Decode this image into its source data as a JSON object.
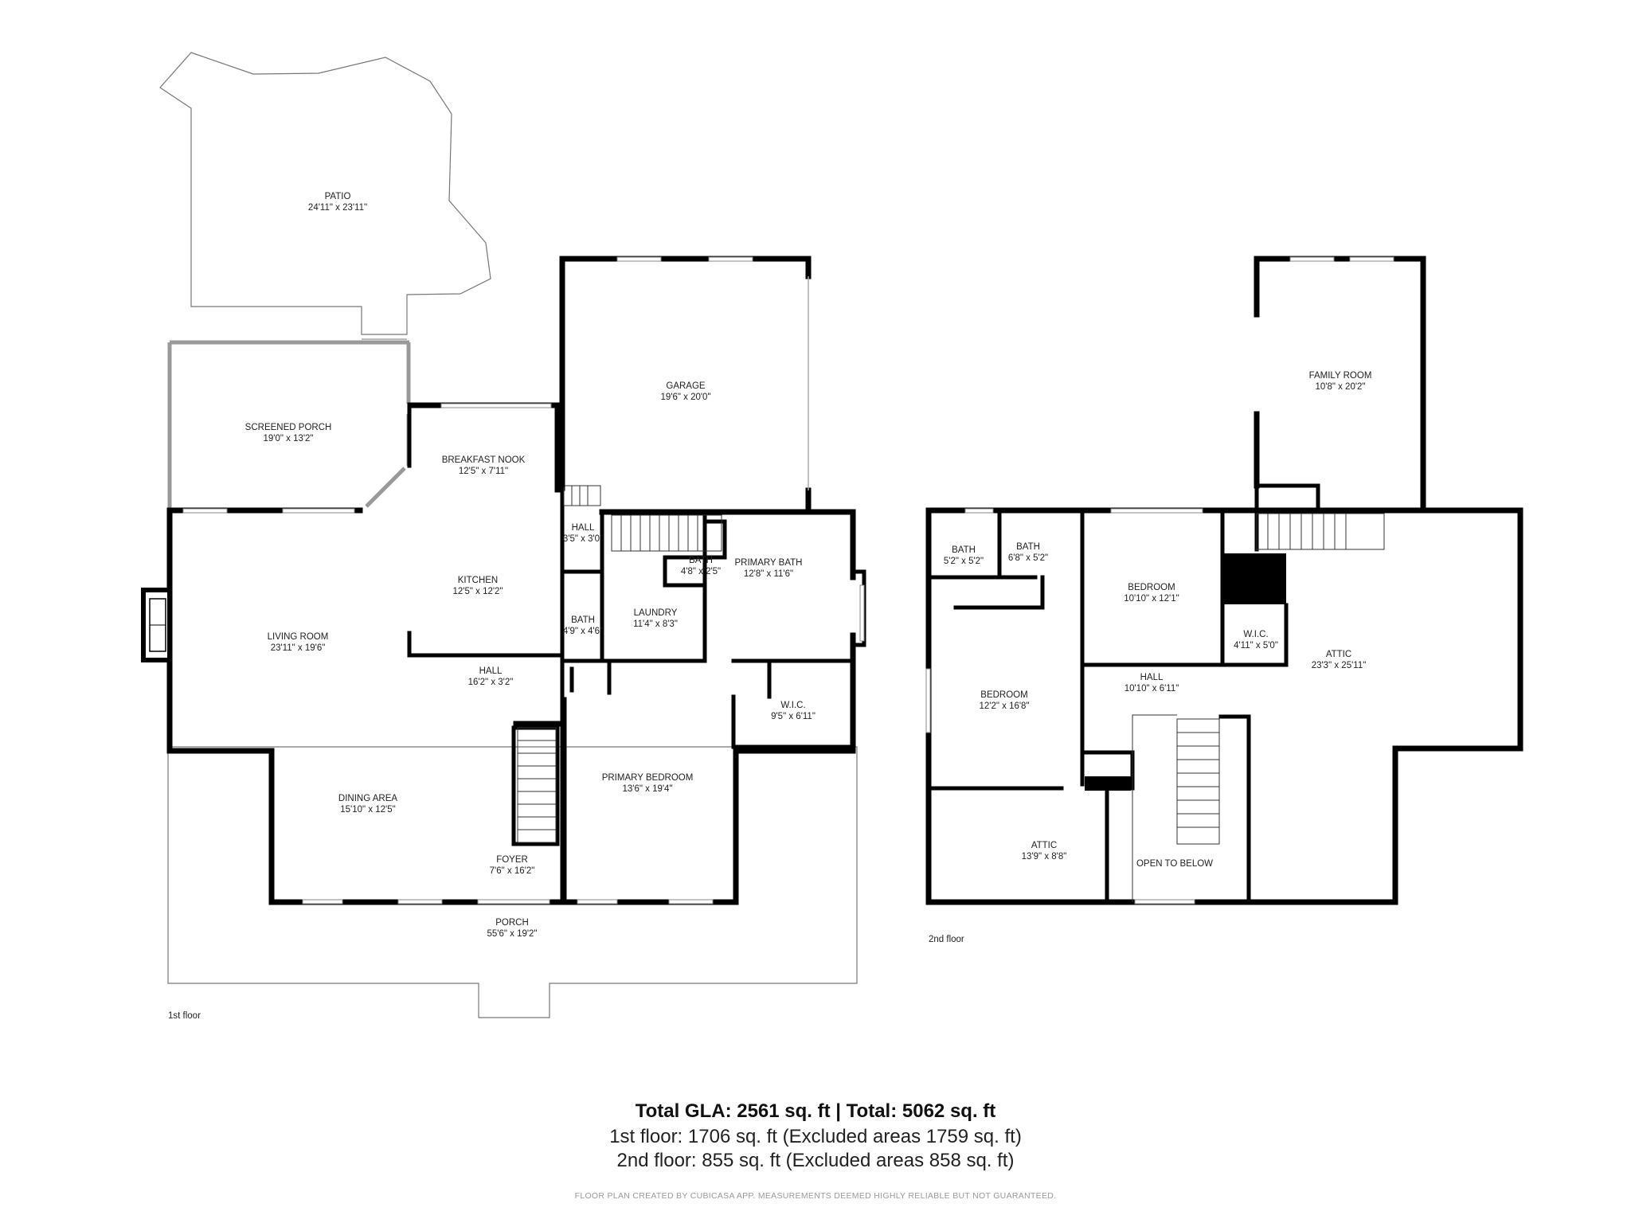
{
  "floors": {
    "first": {
      "label": "1st floor",
      "rooms": [
        {
          "key": "patio",
          "name": "PATIO",
          "dim": "24'11\" x 23'11\""
        },
        {
          "key": "screened_porch",
          "name": "SCREENED PORCH",
          "dim": "19'0\" x 13'2\""
        },
        {
          "key": "garage",
          "name": "GARAGE",
          "dim": "19'6\" x 20'0\""
        },
        {
          "key": "breakfast_nook",
          "name": "BREAKFAST NOOK",
          "dim": "12'5\" x 7'11\""
        },
        {
          "key": "hall_small",
          "name": "HALL",
          "dim": "3'5\" x 3'0\""
        },
        {
          "key": "bath_small",
          "name": "BATH",
          "dim": "4'8\" x 2'5\""
        },
        {
          "key": "primary_bath",
          "name": "PRIMARY BATH",
          "dim": "12'8\" x 11'6\""
        },
        {
          "key": "kitchen",
          "name": "KITCHEN",
          "dim": "12'5\" x 12'2\""
        },
        {
          "key": "bath",
          "name": "BATH",
          "dim": "4'9\" x 4'6\""
        },
        {
          "key": "laundry",
          "name": "LAUNDRY",
          "dim": "11'4\" x 8'3\""
        },
        {
          "key": "living_room",
          "name": "LIVING ROOM",
          "dim": "23'11\" x 19'6\""
        },
        {
          "key": "hall",
          "name": "HALL",
          "dim": "16'2\" x 3'2\""
        },
        {
          "key": "wic",
          "name": "W.I.C.",
          "dim": "9'5\" x 6'11\""
        },
        {
          "key": "primary_bedroom",
          "name": "PRIMARY BEDROOM",
          "dim": "13'6\" x 19'4\""
        },
        {
          "key": "dining_area",
          "name": "DINING AREA",
          "dim": "15'10\" x 12'5\""
        },
        {
          "key": "foyer",
          "name": "FOYER",
          "dim": "7'6\" x 16'2\""
        },
        {
          "key": "porch",
          "name": "PORCH",
          "dim": "55'6\" x 19'2\""
        }
      ]
    },
    "second": {
      "label": "2nd floor",
      "rooms": [
        {
          "key": "family_room",
          "name": "FAMILY ROOM",
          "dim": "10'8\" x 20'2\""
        },
        {
          "key": "bath_a",
          "name": "BATH",
          "dim": "5'2\" x 5'2\""
        },
        {
          "key": "bath_b",
          "name": "BATH",
          "dim": "6'8\" x 5'2\""
        },
        {
          "key": "bedroom_a",
          "name": "BEDROOM",
          "dim": "10'10\" x 12'1\""
        },
        {
          "key": "wic",
          "name": "W.I.C.",
          "dim": "4'11\" x 5'0\""
        },
        {
          "key": "attic_large",
          "name": "ATTIC",
          "dim": "23'3\" x 25'11\""
        },
        {
          "key": "hall",
          "name": "HALL",
          "dim": "10'10\" x 6'11\""
        },
        {
          "key": "bedroom_b",
          "name": "BEDROOM",
          "dim": "12'2\" x 16'8\""
        },
        {
          "key": "attic_small",
          "name": "ATTIC",
          "dim": "13'9\" x 8'8\""
        },
        {
          "key": "open_to_below",
          "name": "OPEN TO BELOW",
          "dim": ""
        }
      ]
    }
  },
  "summary": {
    "total_line": "Total GLA: 2561 sq. ft | Total: 5062 sq. ft",
    "first_floor_line": "1st floor: 1706 sq. ft (Excluded areas 1759 sq. ft)",
    "second_floor_line": "2nd floor: 855 sq. ft (Excluded areas 858 sq. ft)"
  },
  "disclaimer": "FLOOR PLAN CREATED BY CUBICASA APP. MEASUREMENTS DEEMED HIGHLY RELIABLE BUT NOT GUARANTEED.",
  "colors": {
    "wall": "#000000",
    "thin_wall": "#555555",
    "window": "#9a9a9a",
    "background": "#ffffff"
  }
}
